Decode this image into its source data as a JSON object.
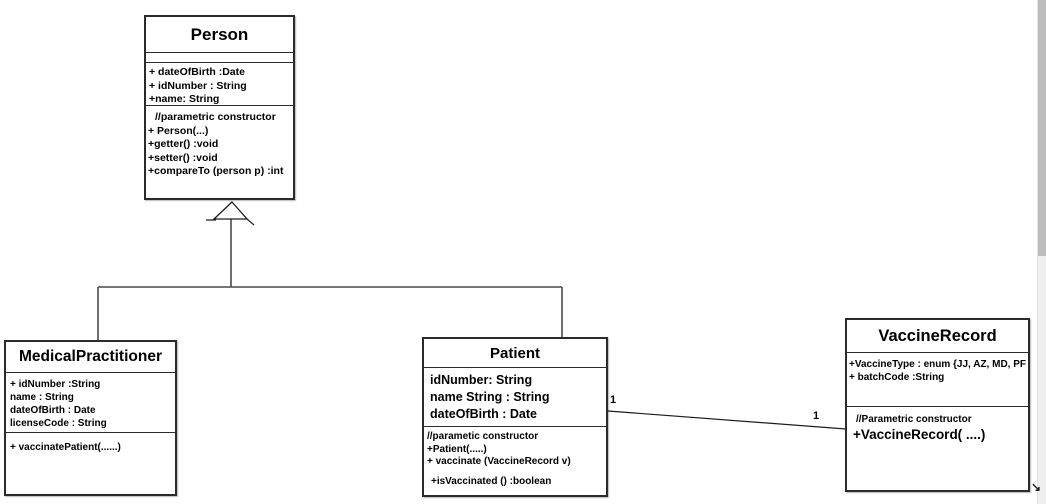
{
  "diagram": {
    "classes": {
      "person": {
        "title": "Person",
        "attributes": [
          "+ dateOfBirth :Date",
          "+ idNumber : String",
          "+name: String"
        ],
        "methods": [
          "//parametric constructor",
          "+ Person(...)",
          "+getter() :void",
          "+setter() :void",
          "+compareTo (person p) :int"
        ]
      },
      "medical_practitioner": {
        "title": "MedicalPractitioner",
        "attributes": [
          "+ idNumber :String",
          "name : String",
          "dateOfBirth : Date",
          "licenseCode : String"
        ],
        "methods": [
          "+ vaccinatePatient(......)"
        ]
      },
      "patient": {
        "title": "Patient",
        "attributes": [
          "idNumber: String",
          "name String : String",
          "dateOfBirth : Date"
        ],
        "methods": [
          "//parametic constructor",
          "+Patient(.....)",
          "+ vaccinate (VaccineRecord v)",
          "+isVaccinated () :boolean"
        ]
      },
      "vaccine_record": {
        "title": "VaccineRecord",
        "attributes": [
          "+VaccineType : enum  {JJ, AZ, MD, PF",
          "+ batchCode  :String"
        ],
        "methods": [
          "//Parametric constructor",
          "+VaccineRecord( ....)"
        ]
      }
    },
    "relationships": {
      "inheritance": "MedicalPractitioner and Patient inherit from Person",
      "association": {
        "patient_multiplicity": "1",
        "vaccine_multiplicity": "1"
      }
    },
    "colors": {
      "line": "#2b2b2b",
      "tree_line": "#4a4a4a",
      "box_fill": "#ffffff",
      "text": "#000000",
      "scrollbar_thumb": "#bdbdbd",
      "scrollbar_track": "#efefef"
    },
    "icons": {
      "cursor_glyph": "↘"
    }
  }
}
